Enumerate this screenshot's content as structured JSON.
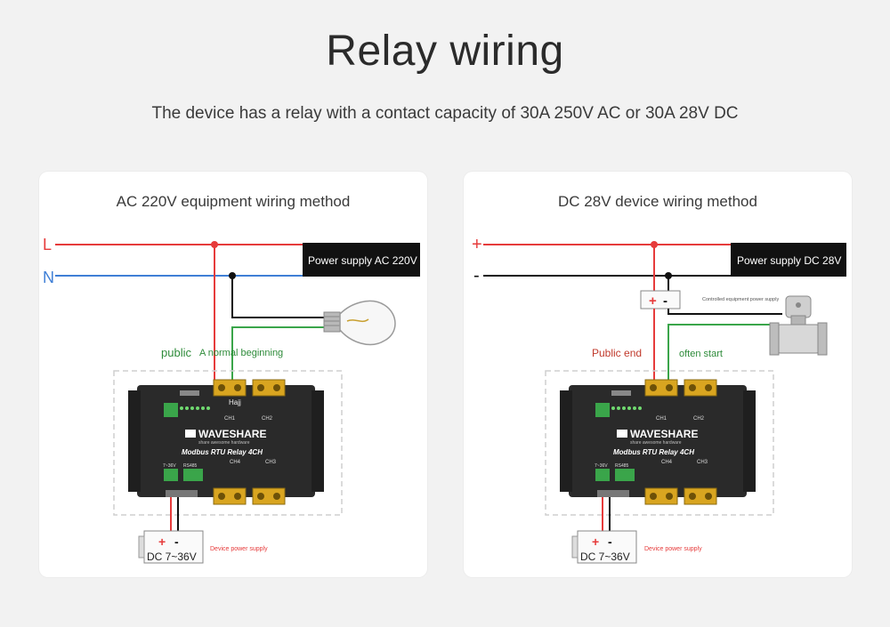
{
  "page": {
    "title": "Relay wiring",
    "subtitle": "The device has a relay with a contact capacity of 30A 250V AC or 30A 28V DC"
  },
  "colors": {
    "live": "#e63b3b",
    "neutral": "#3f7fd6",
    "black_wire": "#111111",
    "green_wire": "#3aa54a",
    "device_body": "#2a2a2a",
    "terminal": "#d9a520"
  },
  "ac_panel": {
    "title": "AC 220V equipment wiring method",
    "label_L": "L",
    "label_N": "N",
    "power_supply": "Power supply AC 220V",
    "label_public": "public",
    "label_normal": "A normal beginning",
    "load_icon": "light-bulb-icon",
    "relay_label": "Hajj",
    "device": {
      "brand": "WAVESHARE",
      "tagline": "share awesome hardware",
      "model": "Modbus RTU Relay 4CH",
      "ch1": "CH1",
      "ch2": "CH2",
      "ch3": "CH3",
      "ch4": "CH4",
      "port_power": "7~36V",
      "port_rs485": "RS485"
    },
    "dc_input": {
      "plus": "+",
      "minus": "-",
      "range": "DC 7~36V",
      "caption": "Device power supply"
    }
  },
  "dc_panel": {
    "title": "DC 28V device wiring method",
    "label_plus": "+",
    "label_minus": "-",
    "power_supply": "Power supply DC 28V",
    "controlled_caption": "Controlled equipment power supply",
    "box_plus": "+",
    "box_minus": "-",
    "label_public": "Public end",
    "label_often": "often start",
    "load_icon": "solenoid-valve-icon",
    "device": {
      "brand": "WAVESHARE",
      "tagline": "share awesome hardware",
      "model": "Modbus RTU Relay 4CH",
      "ch1": "CH1",
      "ch2": "CH2",
      "ch3": "CH3",
      "ch4": "CH4",
      "port_power": "7~36V",
      "port_rs485": "RS485"
    },
    "dc_input": {
      "plus": "+",
      "minus": "-",
      "range": "DC 7~36V",
      "caption": "Device power supply"
    }
  }
}
